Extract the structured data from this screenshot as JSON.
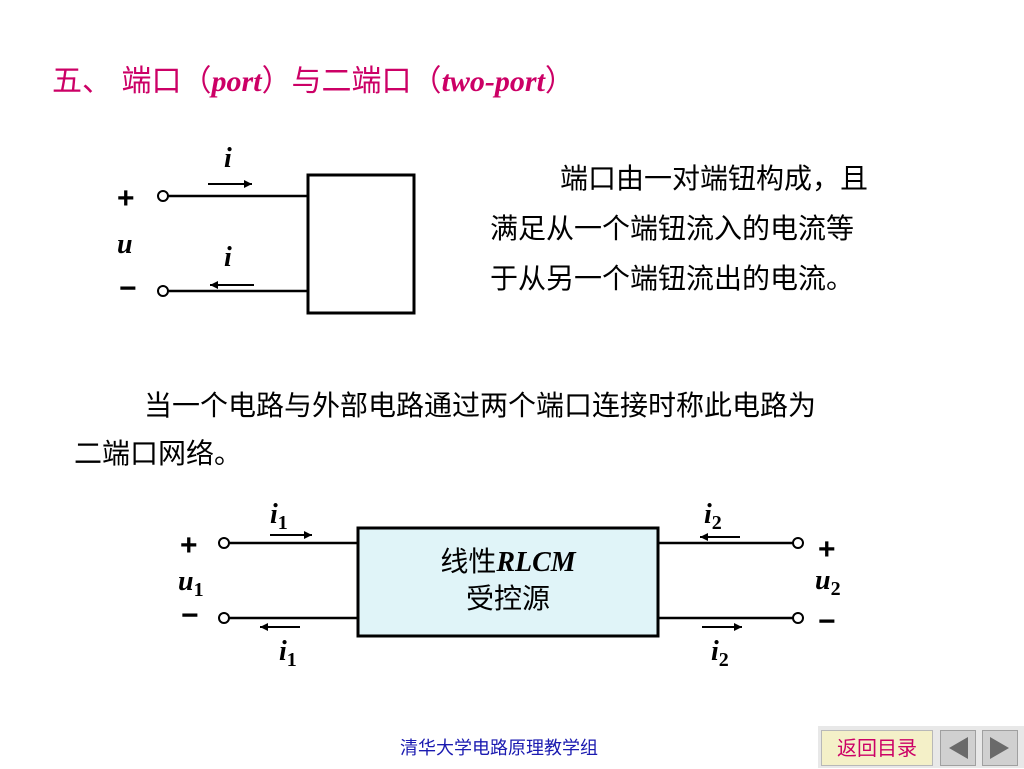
{
  "title": {
    "prefix": "五、 端口（",
    "port_word": "port",
    "mid": "）与二端口（",
    "two_port_word": "two-port",
    "suffix": "）"
  },
  "paragraph1": {
    "line1": "端口由一对端钮构成，且",
    "line2": "满足从一个端钮流入的电流等",
    "line3": "于从另一个端钮流出的电流。"
  },
  "paragraph2": {
    "line1": "当一个电路与外部电路通过两个端口连接时称此电路为",
    "line2": "二端口网络。"
  },
  "diagram1": {
    "plus": "+",
    "minus": "−",
    "voltage": "u",
    "current_top": "i",
    "current_bottom": "i"
  },
  "diagram2": {
    "box_line1_text": "线性",
    "box_line1_italic": "RLCM",
    "box_line2": "受控源",
    "left": {
      "plus": "+",
      "minus": "−",
      "voltage": "u",
      "voltage_sub": "1",
      "current_top": "i",
      "current_top_sub": "1",
      "current_bottom": "i",
      "current_bottom_sub": "1"
    },
    "right": {
      "plus": "+",
      "minus": "−",
      "voltage": "u",
      "voltage_sub": "2",
      "current_top": "i",
      "current_top_sub": "2",
      "current_bottom": "i",
      "current_bottom_sub": "2"
    }
  },
  "footer": {
    "credit": "清华大学电路原理教学组"
  },
  "nav": {
    "back_label": "返回目录",
    "prev_icon": "triangle-left-icon",
    "next_icon": "triangle-right-icon"
  },
  "colors": {
    "title": "#cc0066",
    "box_fill": "#e0f4f8",
    "footer": "#1a1ab0"
  }
}
